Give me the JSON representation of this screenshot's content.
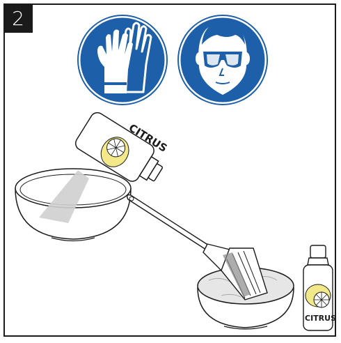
{
  "step": {
    "number": "2"
  },
  "safety_signs": [
    {
      "icon": "gloves-icon",
      "color": "#1d5fa8"
    },
    {
      "icon": "safety-glasses-icon",
      "color": "#1d5fa8"
    }
  ],
  "product": {
    "label": "CITRUS",
    "bottle_label_small": "CITRUS",
    "icon": "lemon-icon"
  },
  "colors": {
    "sign_blue": "#1d5fa8",
    "ink": "#1a1a1a",
    "lemon": "#f3e98a",
    "powder": "#cfcfcf",
    "liquid": "#e6e6e6"
  }
}
